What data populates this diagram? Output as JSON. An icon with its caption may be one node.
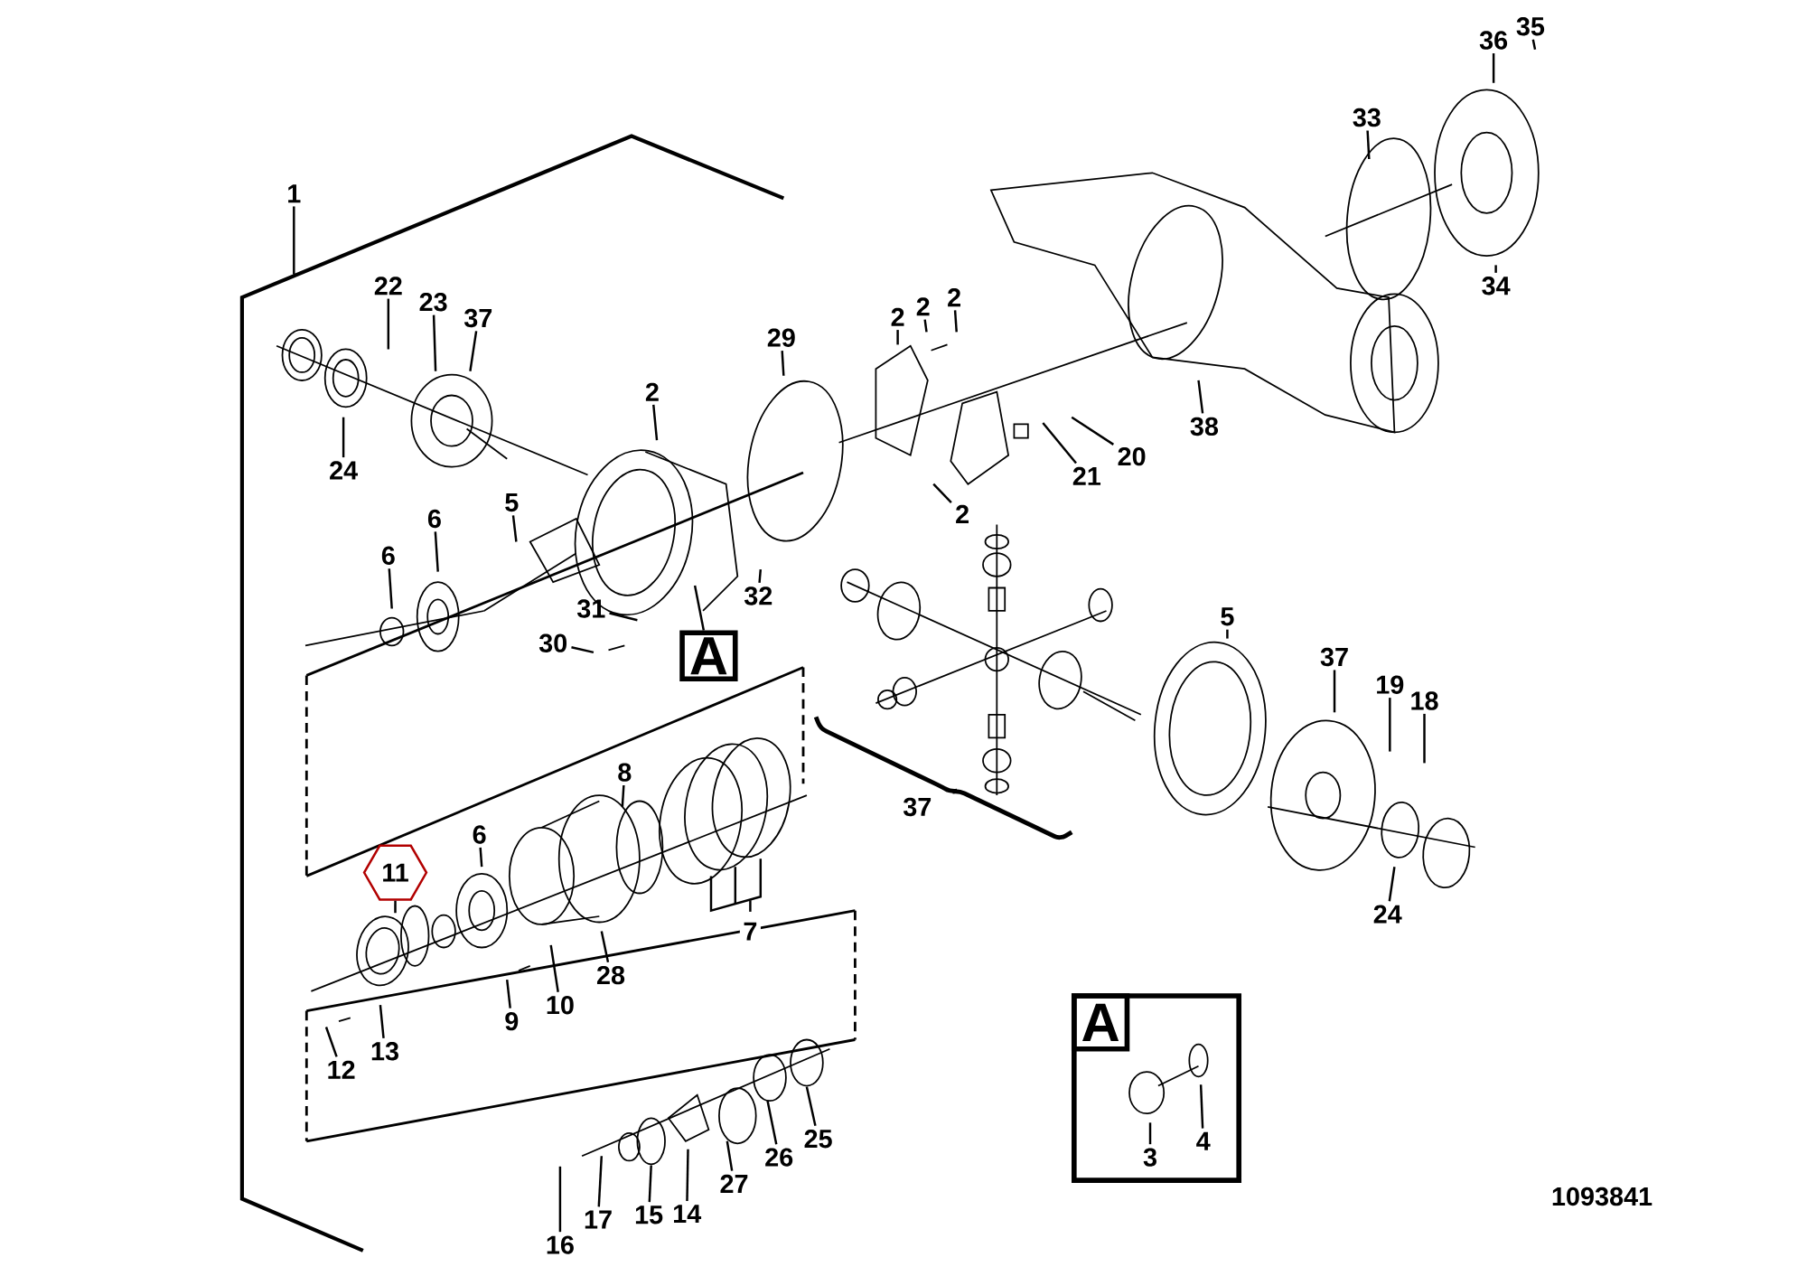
{
  "diagram": {
    "nodes": [
      {
        "text": [
          "36"
        ]
      },
      {
        "text": [
          "35"
        ]
      },
      {
        "text": [
          "33"
        ]
      },
      {
        "text": [
          "1"
        ]
      },
      {
        "text": [
          "22"
        ]
      },
      {
        "text": [
          "34"
        ]
      },
      {
        "text": [
          "2"
        ]
      },
      {
        "text": [
          "2"
        ]
      },
      {
        "text": [
          "2"
        ]
      },
      {
        "text": [
          "23"
        ]
      },
      {
        "text": [
          "37"
        ]
      },
      {
        "text": [
          "29"
        ]
      },
      {
        "text": [
          "2"
        ]
      },
      {
        "text": [
          "38"
        ]
      },
      {
        "text": [
          "20"
        ]
      },
      {
        "text": [
          "24"
        ]
      },
      {
        "text": [
          "21"
        ]
      },
      {
        "text": [
          "5"
        ]
      },
      {
        "text": [
          "2"
        ]
      },
      {
        "text": [
          "6"
        ]
      },
      {
        "text": [
          "6"
        ]
      },
      {
        "text": [
          "32"
        ]
      },
      {
        "text": [
          "31"
        ]
      },
      {
        "text": [
          "5"
        ]
      },
      {
        "text": [
          "30"
        ]
      },
      {
        "text": [
          "A"
        ]
      },
      {
        "text": [
          "37"
        ]
      },
      {
        "text": [
          "19"
        ]
      },
      {
        "text": [
          "18"
        ]
      },
      {
        "text": [
          "8"
        ]
      },
      {
        "text": [
          "6"
        ]
      },
      {
        "text": [
          "11"
        ]
      },
      {
        "text": [
          "24"
        ]
      },
      {
        "text": [
          "28"
        ]
      },
      {
        "text": [
          "10"
        ]
      },
      {
        "text": [
          "9"
        ]
      },
      {
        "text": [],
        "shape": "box"
      },
      {
        "text": [
          "3"
        ],
        "in": 36
      },
      {
        "text": [
          "4"
        ],
        "in": 36
      },
      {
        "text": [
          "13"
        ]
      },
      {
        "text": [
          "12"
        ]
      },
      {
        "text": [
          "25"
        ]
      },
      {
        "text": [
          "26"
        ]
      },
      {
        "text": [
          "27"
        ]
      },
      {
        "text": [
          "17"
        ]
      },
      {
        "text": [
          "15"
        ]
      },
      {
        "text": [
          "14"
        ]
      },
      {
        "text": [
          "16"
        ]
      },
      {
        "text": [
          "A"
        ],
        "in": 36
      }
    ],
    "edges": [
      {
        "from": 0,
        "to": null,
        "arrow": "none"
      },
      {
        "from": 1,
        "to": null,
        "arrow": "none"
      },
      {
        "from": 2,
        "to": null,
        "arrow": "none"
      },
      {
        "from": 3,
        "to": null,
        "arrow": "none"
      },
      {
        "from": 4,
        "to": null,
        "arrow": "none"
      },
      {
        "from": 5,
        "to": null,
        "arrow": "none"
      },
      {
        "from": 6,
        "to": null,
        "arrow": "none"
      },
      {
        "from": 7,
        "to": null,
        "arrow": "none"
      },
      {
        "from": 8,
        "to": null,
        "arrow": "none"
      },
      {
        "from": 9,
        "to": null,
        "arrow": "none"
      },
      {
        "from": 10,
        "to": null,
        "arrow": "none"
      },
      {
        "from": 11,
        "to": null,
        "arrow": "none"
      },
      {
        "from": 12,
        "to": null,
        "arrow": "none"
      },
      {
        "from": 13,
        "to": null,
        "arrow": "none"
      },
      {
        "from": 14,
        "to": null,
        "arrow": "none"
      },
      {
        "from": 15,
        "to": null,
        "arrow": "none"
      },
      {
        "from": 16,
        "to": null,
        "arrow": "none"
      },
      {
        "from": 17,
        "to": null,
        "arrow": "none"
      },
      {
        "from": 18,
        "to": null,
        "arrow": "none"
      },
      {
        "from": 19,
        "to": null,
        "arrow": "none"
      },
      {
        "from": 20,
        "to": null,
        "arrow": "none"
      },
      {
        "from": 21,
        "to": null,
        "arrow": "none"
      },
      {
        "from": 22,
        "to": null,
        "arrow": "none"
      },
      {
        "from": 23,
        "to": null,
        "arrow": "none"
      },
      {
        "from": 24,
        "to": null,
        "arrow": "none"
      },
      {
        "from": 25,
        "to": null,
        "arrow": "none"
      },
      {
        "from": 26,
        "to": null,
        "arrow": "none"
      },
      {
        "from": 27,
        "to": null,
        "arrow": "none"
      },
      {
        "from": 28,
        "to": null,
        "arrow": "none"
      },
      {
        "from": 29,
        "to": null,
        "arrow": "none"
      },
      {
        "from": 30,
        "to": null,
        "arrow": "none"
      },
      {
        "from": 31,
        "to": null,
        "arrow": "none"
      },
      {
        "from": 32,
        "to": null,
        "arrow": "none"
      },
      {
        "from": 33,
        "to": null,
        "arrow": "none"
      },
      {
        "from": 34,
        "to": null,
        "arrow": "none"
      },
      {
        "from": 35,
        "to": null,
        "arrow": "none"
      },
      {
        "from": 37,
        "to": null,
        "arrow": "none"
      },
      {
        "from": 38,
        "to": null,
        "arrow": "none"
      },
      {
        "from": 39,
        "to": null,
        "arrow": "none"
      },
      {
        "from": 40,
        "to": null,
        "arrow": "none"
      },
      {
        "from": 41,
        "to": null,
        "arrow": "none"
      },
      {
        "from": 42,
        "to": null,
        "arrow": "none"
      },
      {
        "from": 43,
        "to": null,
        "arrow": "none"
      },
      {
        "from": 44,
        "to": null,
        "arrow": "none"
      },
      {
        "from": 45,
        "to": null,
        "arrow": "none"
      },
      {
        "from": 46,
        "to": null,
        "arrow": "none"
      },
      {
        "from": 47,
        "to": null,
        "arrow": "none"
      }
    ],
    "labels": [
      "37",
      "7",
      "1093841"
    ]
  }
}
